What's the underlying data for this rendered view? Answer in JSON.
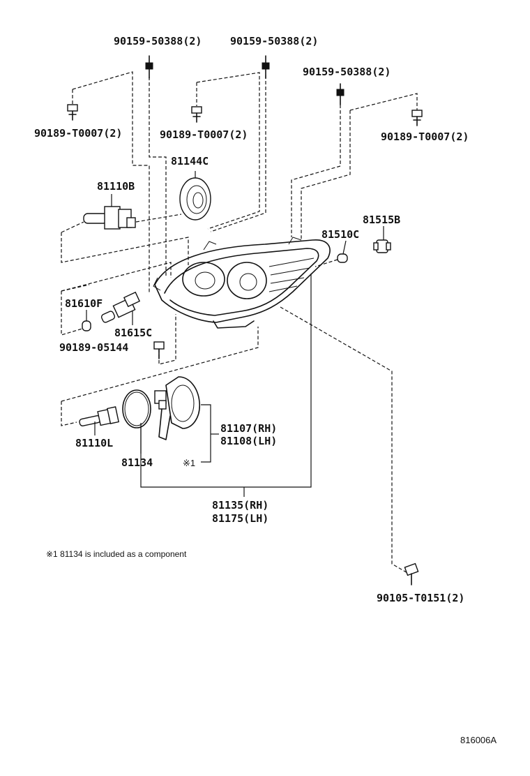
{
  "labels": {
    "bolt_top_left": "90159-50388(2)",
    "bolt_top_mid": "90159-50388(2)",
    "bolt_right": "90159-50388(2)",
    "clip_left": "90189-T0007(2)",
    "clip_mid": "90189-T0007(2)",
    "clip_right": "90189-T0007(2)",
    "cover_cap": "81144C",
    "bulb_hb": "81110B",
    "socket_right": "81515B",
    "bulb_side": "81510C",
    "bulb_small": "81610F",
    "socket_left": "81615C",
    "screw_left": "90189-05144",
    "bulb_low": "81110L",
    "gasket": "81134",
    "ballast_rh": "81107(RH)",
    "ballast_lh": "81108(LH)",
    "ref_mark": "※1",
    "headlamp_rh": "81135(RH)",
    "headlamp_lh": "81175(LH)",
    "bolt_bottom": "90105-T0151(2)"
  },
  "footnote": "※1  81134 is included as a component",
  "figure_code": "816006A"
}
